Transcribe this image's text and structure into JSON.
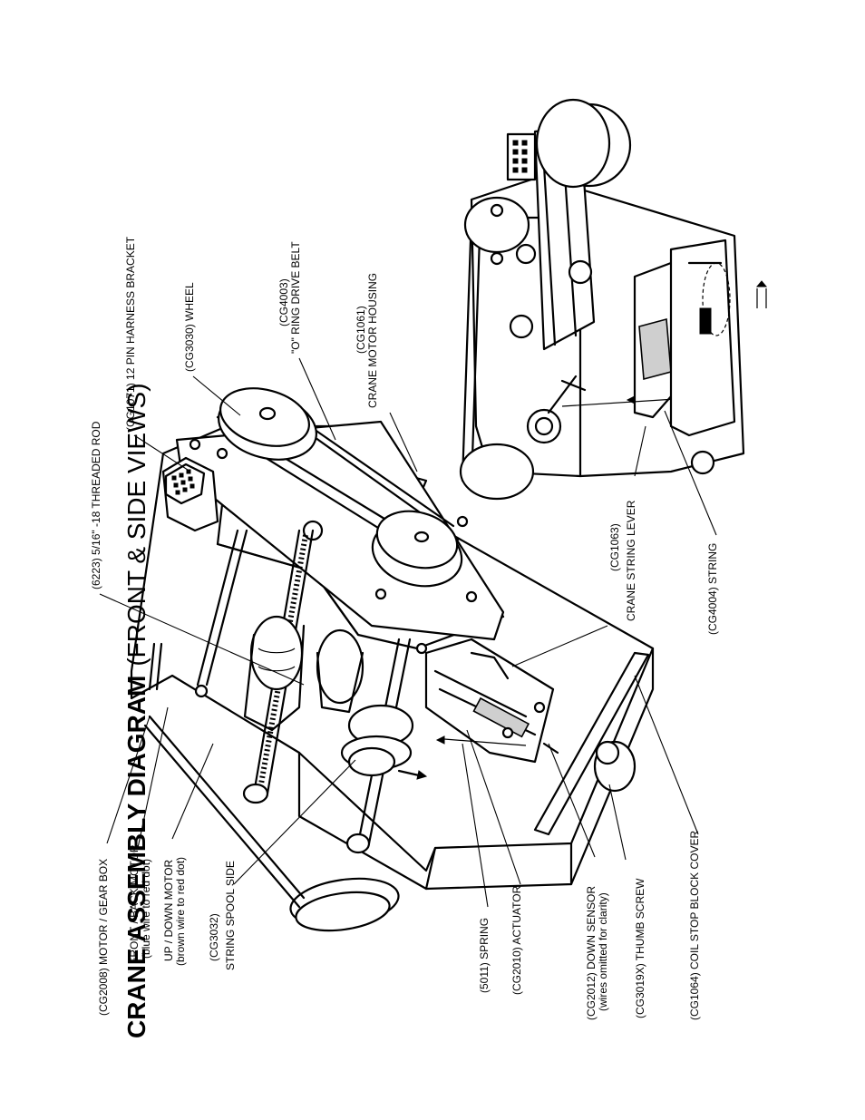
{
  "title": {
    "bold": "CRANE ASSEMBLY DIAGRAM",
    "normal": "(FRONT & SIDE VIEWS)"
  },
  "labels": {
    "motor_gear_box": "(CG2008) MOTOR / GEAR BOX",
    "front_back_motor_1": "FRONT / BACK MOTOR",
    "front_back_motor_2": "(blue wire to red dot)",
    "up_down_motor_1": "UP / DOWN MOTOR",
    "up_down_motor_2": "(brown wire to red dot)",
    "string_spool_1": "(CG3032)",
    "string_spool_2": "STRING SPOOL SIDE",
    "spring": "(5011) SPRING",
    "actuator": "(CG2010) ACTUATOR",
    "down_sensor_1": "(CG2012) DOWN SENSOR",
    "down_sensor_2": "(wires omitted for clarity)",
    "thumb_screw": "(CG3019X) THUMB SCREW",
    "coil_stop_cover": "(CG1064) COIL STOP BLOCK COVER",
    "threaded_rod": "(6223) 5/16\" -18 THREADED ROD",
    "harness_bracket": "(CG1071) 12 PIN HARNESS BRACKET",
    "wheel": "(CG3030) WHEEL",
    "drive_belt_1": "(CG4003)",
    "drive_belt_2": "\"O\" RING DRIVE BELT",
    "motor_housing_1": "(CG1061)",
    "motor_housing_2": "CRANE MOTOR HOUSING",
    "string_lever_1": "(CG1063)",
    "string_lever_2": "CRANE STRING LEVER",
    "string": "(CG4004) STRING"
  }
}
